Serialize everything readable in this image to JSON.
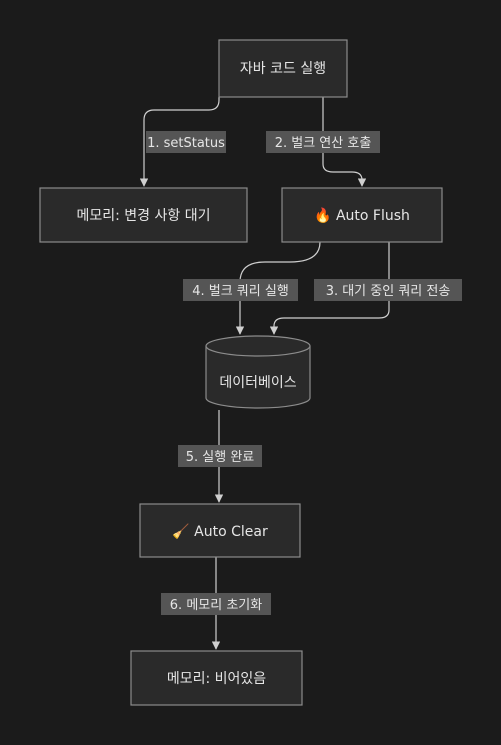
{
  "nodes": {
    "run": "자바 코드 실행",
    "memory_changes": "메모리: 변경 사항 대기",
    "auto_flush": "🔥 Auto Flush",
    "database": "데이터베이스",
    "auto_clear": "🧹 Auto Clear",
    "memory_empty": "메모리: 비어있음"
  },
  "edges": {
    "e1": "1. setStatus",
    "e2": "2. 벌크 연산 호출",
    "e3": "3. 대기 중인 쿼리 전송",
    "e4": "4. 벌크 쿼리 실행",
    "e5": "5. 실행 완료",
    "e6": "6. 메모리 초기화"
  },
  "colors": {
    "background": "#1b1b1b",
    "node_fill": "#2a2a2a",
    "node_stroke": "#8c8c8c",
    "edge": "#cfcfcf",
    "label_bg": "#555555"
  }
}
